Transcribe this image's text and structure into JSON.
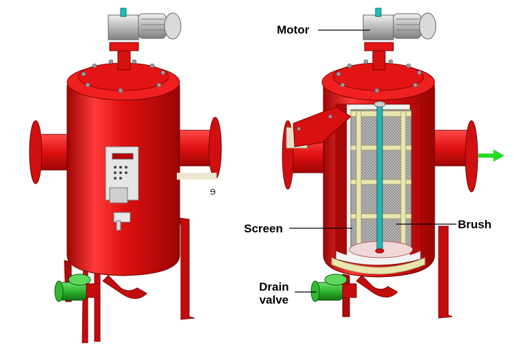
{
  "labels": {
    "motor": "Motor",
    "screen": "Screen",
    "brush": "Brush",
    "drain_line1": "Drain",
    "drain_line2": "valve"
  },
  "stray_glyph": "ɘ",
  "colors": {
    "body_red": "#e01010",
    "body_red_dark": "#a00606",
    "body_red_light": "#ff4a4a",
    "motor_gray": "#c8c8c8",
    "valve_green": "#2fb52f",
    "arrow_green": "#22dd22",
    "screen_mesh": "#a8a8a8",
    "brush_shaft": "#2ab3b3",
    "cream": "#eae6b0",
    "panel": "#e6e6e6"
  },
  "icons": {
    "motor": "electric-motor-icon",
    "flow_arrow": "outlet-flow-arrow-icon",
    "drain_valve": "drain-valve-icon"
  }
}
